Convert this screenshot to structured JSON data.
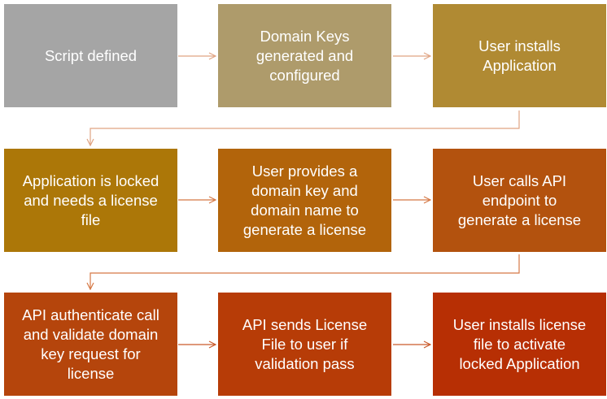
{
  "steps": [
    {
      "lines": [
        "Script defined"
      ],
      "color": "#a5a5a5"
    },
    {
      "lines": [
        "Domain Keys",
        "generated and",
        "configured"
      ],
      "color": "#ae9b6b"
    },
    {
      "lines": [
        "User installs",
        "Application"
      ],
      "color": "#b08a33"
    },
    {
      "lines": [
        "Application is locked",
        "and needs a license",
        "file"
      ],
      "color": "#ac7708"
    },
    {
      "lines": [
        "User provides a",
        "domain key and",
        "domain name to",
        "generate a license"
      ],
      "color": "#b2640b"
    },
    {
      "lines": [
        "User calls API",
        "endpoint to",
        "generate a license"
      ],
      "color": "#b3520e"
    },
    {
      "lines": [
        "API authenticate call",
        "and validate domain",
        "key request for",
        "license"
      ],
      "color": "#b5450c"
    },
    {
      "lines": [
        "API sends License",
        "File to user if",
        "validation pass"
      ],
      "color": "#b73c07"
    },
    {
      "lines": [
        "User installs license",
        "file to activate",
        "locked Application"
      ],
      "color": "#b72f04"
    }
  ],
  "connector_colors": {
    "row1": "#e0a382",
    "row2": "#d57845",
    "row3": "#c95a2a"
  }
}
